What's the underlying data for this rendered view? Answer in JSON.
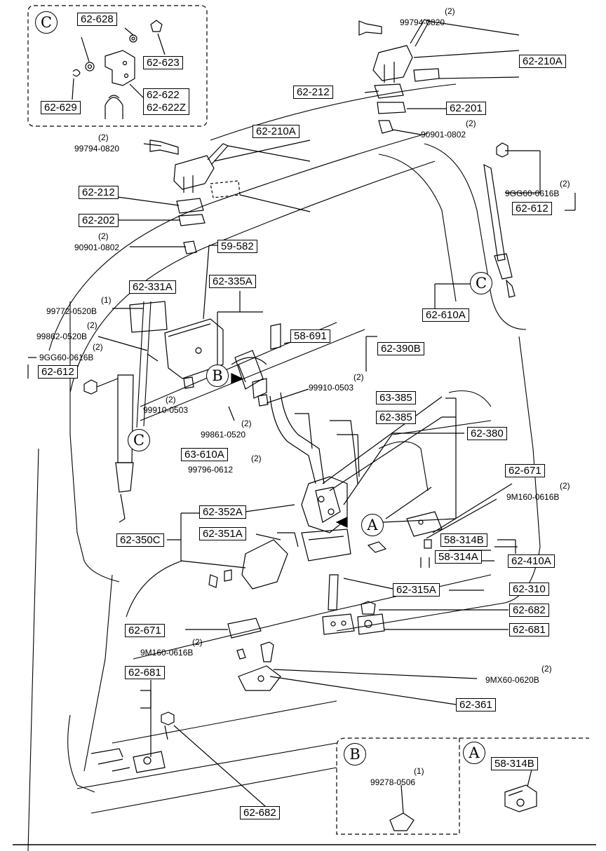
{
  "insets": {
    "c": {
      "letter": "C"
    },
    "b": {
      "letter": "B"
    },
    "a": {
      "letter": "A"
    }
  },
  "callouts": {
    "c": "C",
    "b": "B",
    "a": "A"
  },
  "boxed_parts": {
    "p62_628": "62-628",
    "p62_623": "62-623",
    "p62_629": "62-629",
    "p62_622": "62-622",
    "p62_622z": "62-622Z",
    "p62_210a_top": "62-210A",
    "p62_212_top": "62-212",
    "p62_201": "62-201",
    "p62_210a_mid": "62-210A",
    "p62_212_mid": "62-212",
    "p62_202": "62-202",
    "p59_582": "59-582",
    "p62_331a": "62-331A",
    "p62_335a": "62-335A",
    "p58_691": "58-691",
    "p62_390b": "62-390B",
    "p62_612_right": "62-612",
    "p62_610a": "62-610A",
    "p62_612_left": "62-612",
    "p63_385": "63-385",
    "p62_385": "62-385",
    "p62_380": "62-380",
    "p63_610a": "63-610A",
    "p62_671_right": "62-671",
    "p62_352a": "62-352A",
    "p62_351a": "62-351A",
    "p62_350c": "62-350C",
    "p58_314b": "58-314B",
    "p58_314a": "58-314A",
    "p62_410a": "62-410A",
    "p62_315a": "62-315A",
    "p62_310": "62-310",
    "p62_682_mid": "62-682",
    "p62_681_right": "62-681",
    "p62_671_left": "62-671",
    "p62_681_left": "62-681",
    "p62_361": "62-361",
    "p62_682_bottom": "62-682",
    "p58_314b_inset": "58-314B"
  },
  "fastener_labels": {
    "f99794_top": "99794-0820",
    "f90901_top": "90901-0802",
    "f99794_mid": "99794-0820",
    "f9gg60_right": "9GG60-0616B",
    "f90901_mid": "90901-0802",
    "f99772": "99772-0520B",
    "f99862": "99862-0520B",
    "f9gg60_left": "9GG60-0616B",
    "f99910_right": "99910-0503",
    "f99910_left": "99910-0503",
    "f99861": "99861-0520",
    "f99796": "99796-0612",
    "f9m160_right": "9M160-0616B",
    "f9m160_left": "9M160-0616B",
    "f9mx60": "9MX60-0620B",
    "f99278": "99278-0506"
  },
  "quantities": {
    "q99794_top": "(2)",
    "q90901_top": "(2)",
    "q99794_mid": "(2)",
    "q9gg60_right": "(2)",
    "q90901_mid": "(2)",
    "q99772": "(1)",
    "q99862": "(2)",
    "q9gg60_left": "(2)",
    "q99910_right": "(2)",
    "q99910_left": "(2)",
    "q99861": "(2)",
    "q99796": "(2)",
    "q9m160_right": "(2)",
    "q9m160_left": "(2)",
    "q9mx60": "(2)",
    "q99278": "(1)"
  }
}
